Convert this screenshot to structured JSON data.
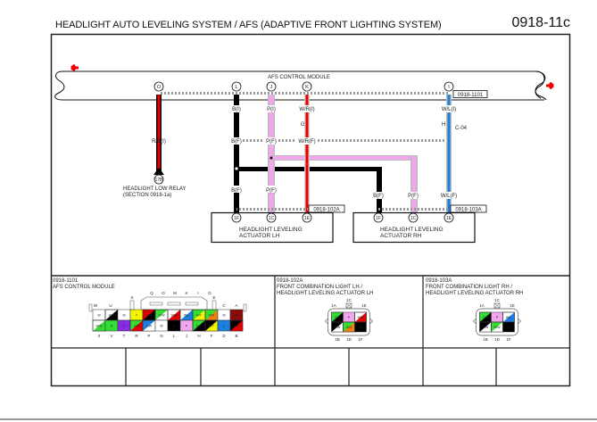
{
  "header": {
    "title": "HEADLIGHT AUTO LEVELING SYSTEM / AFS (ADAPTIVE FRONT LIGHTING SYSTEM)",
    "page_number": "0918-11c"
  },
  "module": {
    "name": "AFS CONTROL MODULE",
    "connector_ref": "0918-1101",
    "terminals": [
      "O",
      "L",
      "J",
      "K",
      "I"
    ]
  },
  "wires": {
    "o": {
      "label": "R/B(I)",
      "color": "#e00000",
      "stripe": "#000000"
    },
    "l_upper": {
      "label": "B(I)",
      "color": "#000000"
    },
    "l_lower": {
      "label": "B(F)",
      "color": "#000000"
    },
    "l_bottom": {
      "label": "B(F)"
    },
    "j_upper": {
      "label": "P(I)",
      "color": "#f2a6ee"
    },
    "j_lower": {
      "label": "P(F)"
    },
    "j_bottom": {
      "label": "P(F)"
    },
    "k_upper": {
      "label": "W/R(I)",
      "color": "#e00000"
    },
    "k_lower": {
      "label": "W/R(F)"
    },
    "i_upper": {
      "label": "W/L(I)",
      "color": "#1a7fe0"
    },
    "i_lower": {
      "label": "W/L(F)"
    },
    "rh_b": {
      "label": "B(F)"
    },
    "rh_p": {
      "label": "P(F)"
    }
  },
  "joints": {
    "g": "G",
    "h": "H",
    "c04": "C-04"
  },
  "relay": {
    "pin": "17B",
    "line1": "HEADLIGHT LOW RELAY",
    "line2": "(SECTION 0918-1a)"
  },
  "actuator_lh": {
    "line1": "HEADLIGHT LEVELING",
    "line2": "ACTUATOR LH",
    "connector_ref": "0918-102A",
    "pins": [
      "1F",
      "1C",
      "1E"
    ]
  },
  "actuator_rh": {
    "line1": "HEADLIGHT LEVELING",
    "line2": "ACTUATOR RH",
    "connector_ref": "0918-103A",
    "pins": [
      "1F",
      "1C",
      "1E"
    ]
  },
  "connectors": [
    {
      "ref": "0918-1101",
      "name": "AFS CONTROL MODULE",
      "top_labels": [
        "S",
        "Q",
        "O",
        "M",
        "K",
        "I",
        "G",
        "E"
      ],
      "row_top_labels": [
        "W",
        "U",
        "C",
        "A"
      ],
      "bottom_labels": [
        "X",
        "V",
        "T",
        "R",
        "P",
        "N",
        "L",
        "J",
        "H",
        "F",
        "D",
        "B"
      ],
      "row1": [
        "W",
        "W/B",
        "W",
        "Y",
        "R/B",
        "G/W",
        "W/R",
        "W/L",
        "G/Y",
        "G/O",
        "W",
        "BR"
      ],
      "row2": [
        "W/G",
        "G",
        "V",
        "G/R",
        "L/W",
        "W",
        "B",
        "P",
        "G/B",
        "B/Y",
        "L",
        "B/R"
      ]
    },
    {
      "ref": "0918-102A",
      "name_line1": "FRONT COMBINATION LIGHT LH /",
      "name_line2": "HEADLIGHT LEVELING ACTUATOR LH",
      "top_labels": [
        "1A",
        "1C",
        "1E"
      ],
      "bottom_labels": [
        "1B",
        "1D",
        "1F"
      ]
    },
    {
      "ref": "0918-103A",
      "name_line1": "FRONT COMBINATION LIGHT RH /",
      "name_line2": "HEADLIGHT LEVELING ACTUATOR RH",
      "top_labels": [
        "1A",
        "1C",
        "1E"
      ],
      "bottom_labels": [
        "1B",
        "1D",
        "1F"
      ]
    }
  ],
  "colors": {
    "red": "#e00000",
    "black": "#000000",
    "pink": "#f2a6ee",
    "blue": "#1a7fe0",
    "green": "#33dd33",
    "yellow": "#f5f500",
    "violet": "#8a2be2",
    "orange": "#f08010",
    "brown": "#8b0a0a"
  }
}
